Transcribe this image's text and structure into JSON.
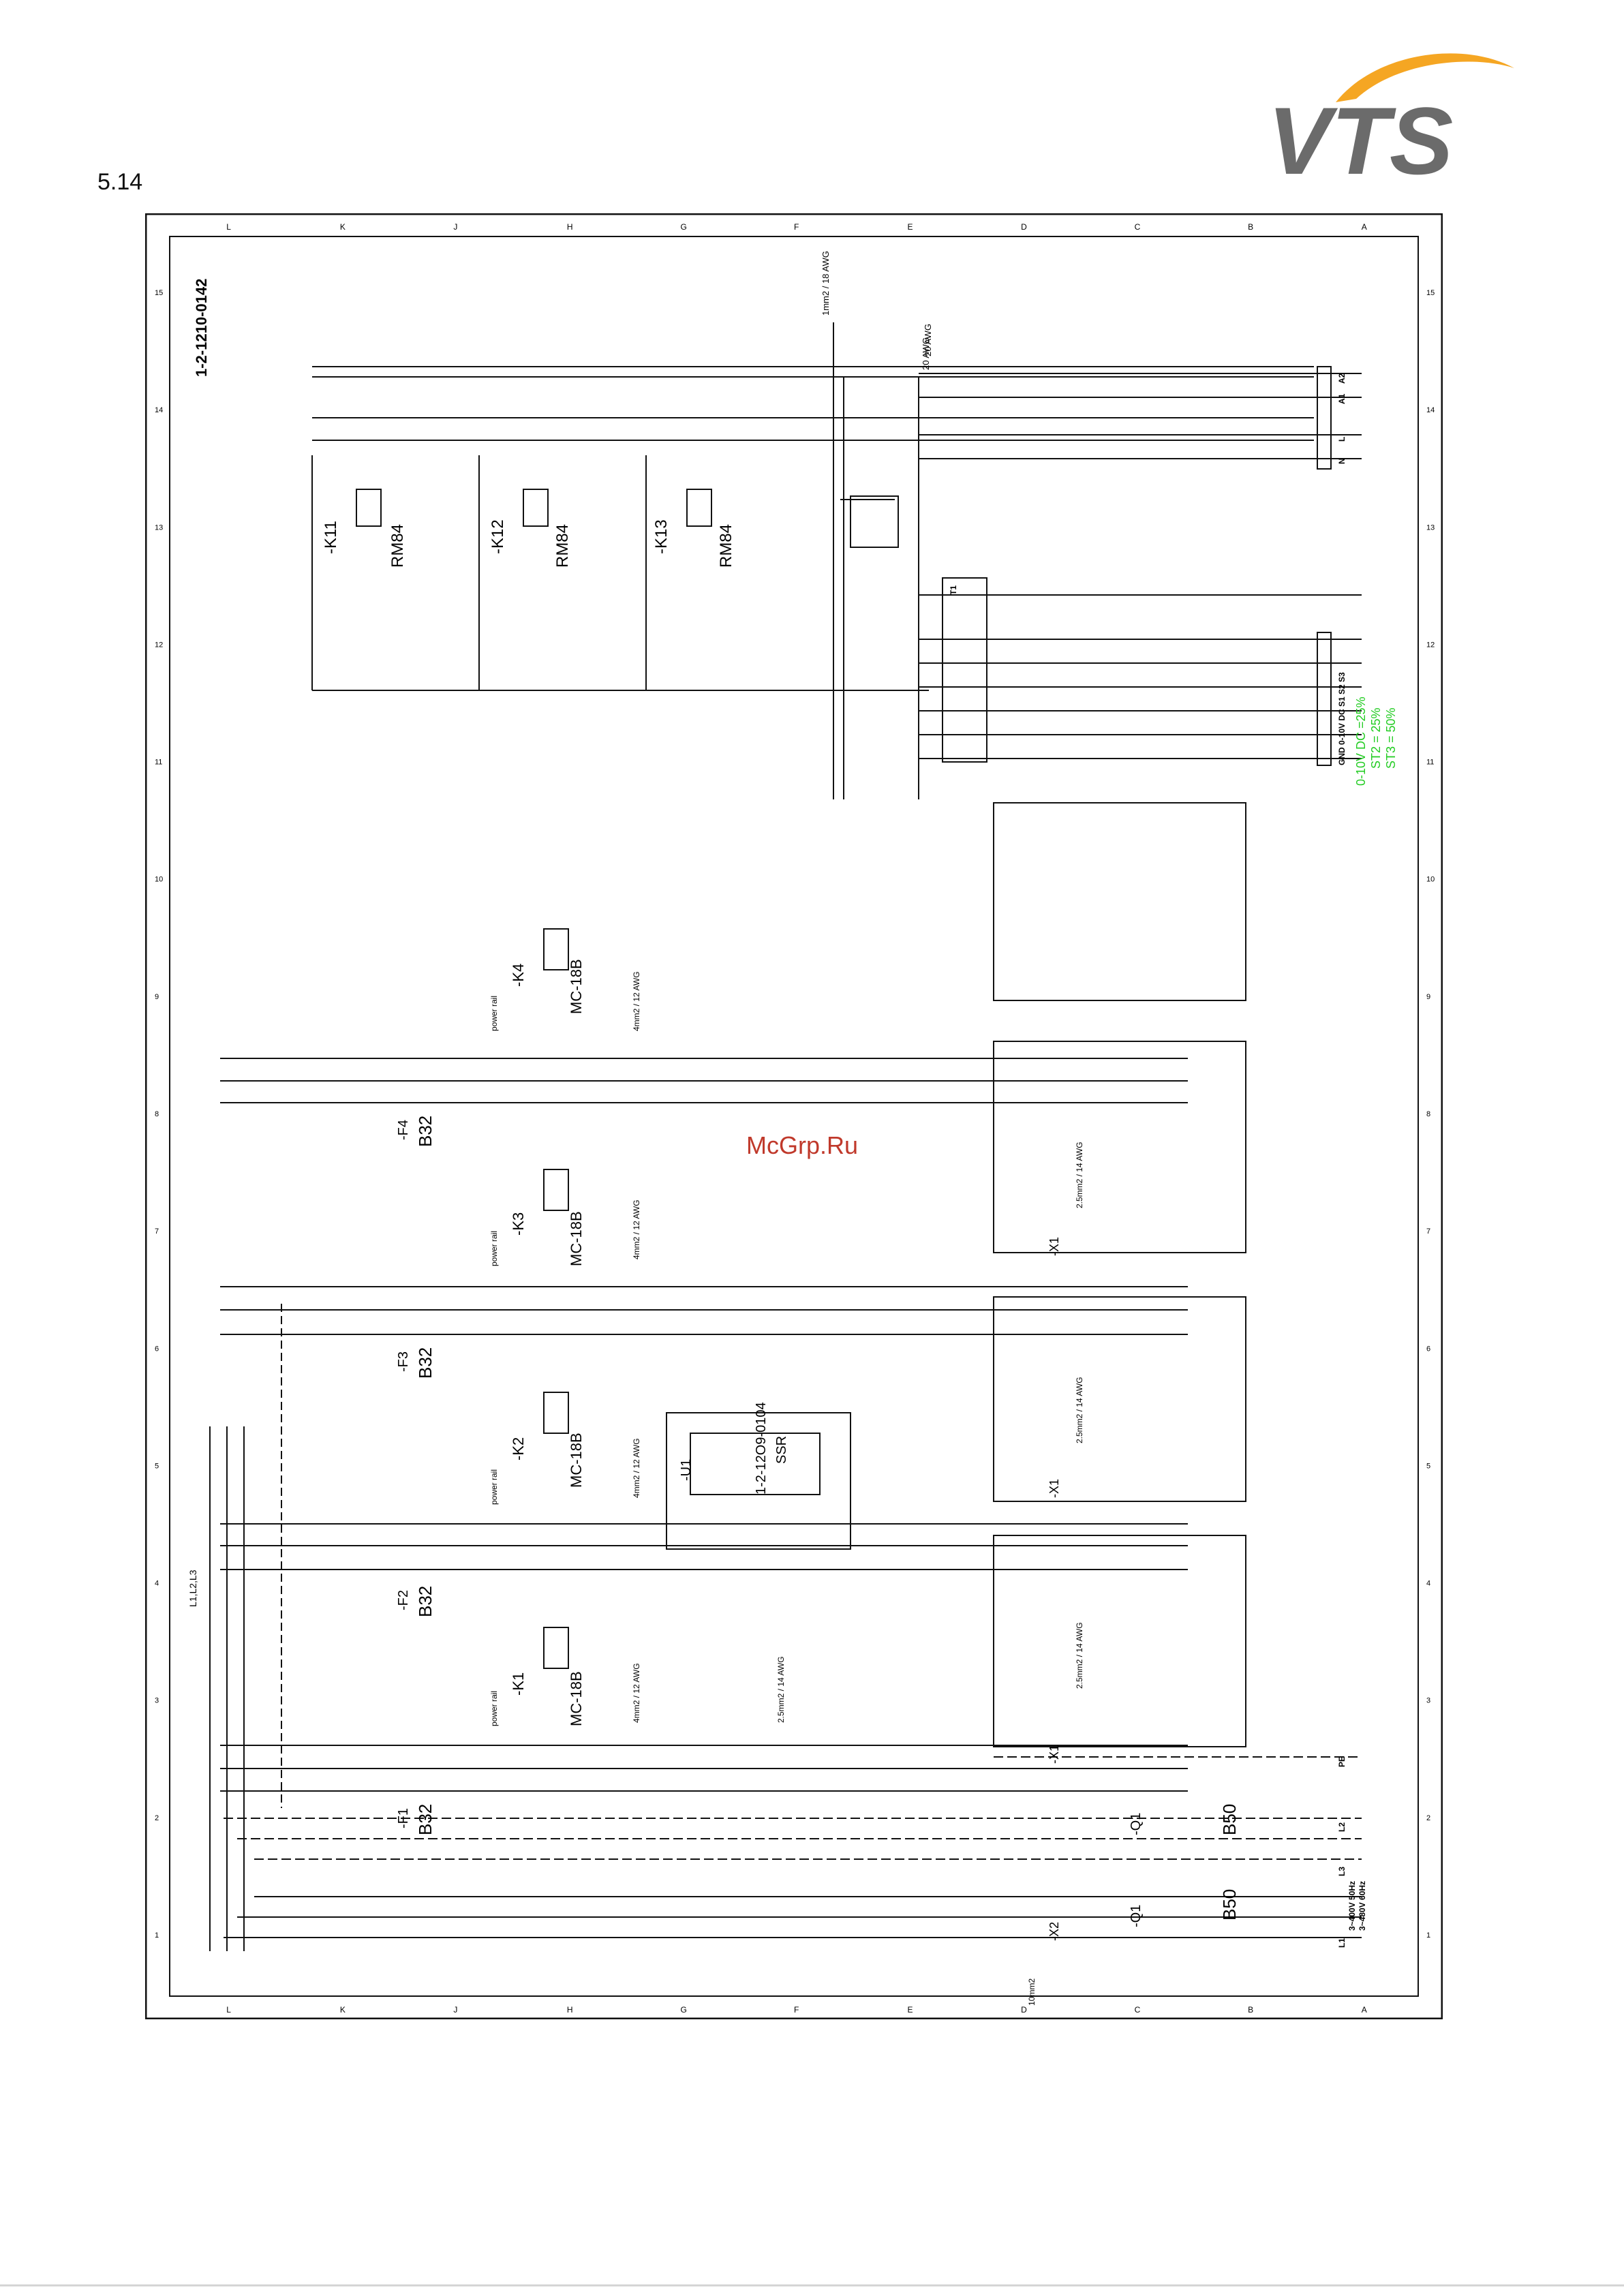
{
  "section_number": "5.14",
  "logo_text": "VTS",
  "watermark": "McGrp.Ru",
  "drawing_number": "1-2-1210-0142",
  "grid": {
    "columns_top": [
      "L",
      "K",
      "J",
      "H",
      "G",
      "F",
      "E",
      "D",
      "C",
      "B",
      "A"
    ],
    "rows_side": [
      "15",
      "14",
      "13",
      "12",
      "11",
      "10",
      "9",
      "8",
      "7",
      "6",
      "5",
      "4",
      "3",
      "2",
      "1"
    ]
  },
  "components": {
    "relays": [
      {
        "tag": "-K11",
        "type": "RM84"
      },
      {
        "tag": "-K12",
        "type": "RM84"
      },
      {
        "tag": "-K13",
        "type": "RM84"
      }
    ],
    "contactors": [
      {
        "tag": "-K1",
        "type": "MC-18B"
      },
      {
        "tag": "-K2",
        "type": "MC-18B"
      },
      {
        "tag": "-K3",
        "type": "MC-18B"
      },
      {
        "tag": "-K4",
        "type": "MC-18B"
      }
    ],
    "breakers": [
      {
        "tag": "-F1",
        "rating": "B32"
      },
      {
        "tag": "-F2",
        "rating": "B32"
      },
      {
        "tag": "-F3",
        "rating": "B32"
      },
      {
        "tag": "-F4",
        "rating": "B32"
      }
    ],
    "main_switches": [
      {
        "tag": "-Q1",
        "rating": "B50"
      },
      {
        "tag": "-Q1",
        "rating": "B50"
      }
    ],
    "ssr": {
      "tag": "-U1",
      "part": "1-2-12O9-0104",
      "label": "SSR"
    },
    "terminals": [
      "-X1",
      "-X2",
      "-X1",
      "-X1"
    ]
  },
  "labels": {
    "power_rail": "power rail",
    "wire_4mm": "4mm2 / 12 AWG",
    "wire_25mm": "2.5mm2 / 14 AWG",
    "wire_1mm": "1mm2 / 18 AWG",
    "wire_20awg": "20 AWG",
    "wire_10mm": "10mm2",
    "bus": "L1,L2,L3",
    "terminal_L1": "L1",
    "terminal_L2": "L2",
    "terminal_L3": "L3",
    "terminal_PE": "PE",
    "terminal_N": "N",
    "terminal_L": "L",
    "terminal_A1": "A1",
    "terminal_A2": "A2",
    "supply_1": "3~400V 50Hz",
    "supply_2": "3~480V 60Hz",
    "control_terminals": "GND 0-10V DC S1 S2 S3",
    "t1": "T1"
  },
  "notes_green": [
    "0-10V DC =25%",
    "ST2 = 25%",
    "ST3 = 50%"
  ],
  "colors": {
    "line": "#111111",
    "green_note": "#22cc22",
    "logo_orange": "#f5a623",
    "logo_gray": "#6b6b6b",
    "watermark": "#c0392b"
  }
}
